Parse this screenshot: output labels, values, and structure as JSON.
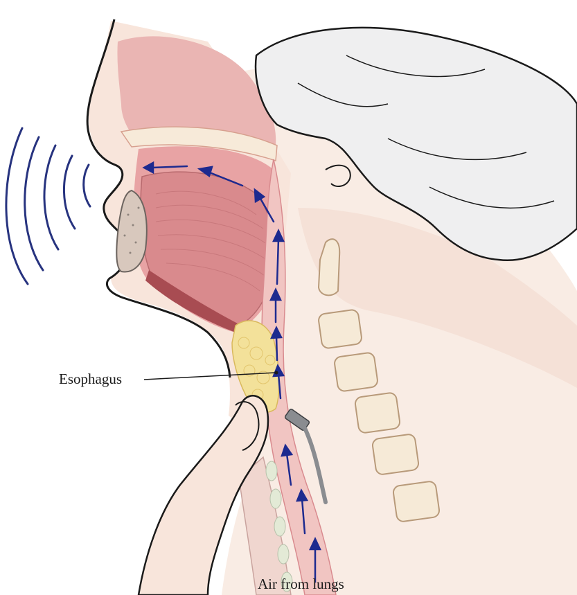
{
  "labels": {
    "esophagus": "Esophagus",
    "air_source": "Air from lungs"
  },
  "colors": {
    "skin": "#f7e6dc",
    "skin_shadow": "#efd3c6",
    "tissue_pink": "#e9a5a6",
    "tissue_dark": "#c96d72",
    "tongue": "#d98a8d",
    "hair": "#eeeeef",
    "bone": "#f6ead7",
    "fat_yellow": "#f3e19a",
    "arrow_blue": "#1d2a8f",
    "sound_wave_blue": "#27337f",
    "outline": "#1a1a1a",
    "device_gray": "#8a8c90"
  },
  "icons": {
    "sound_waves": "sound-wave-arcs",
    "airflow_arrows": "arrow-up"
  }
}
